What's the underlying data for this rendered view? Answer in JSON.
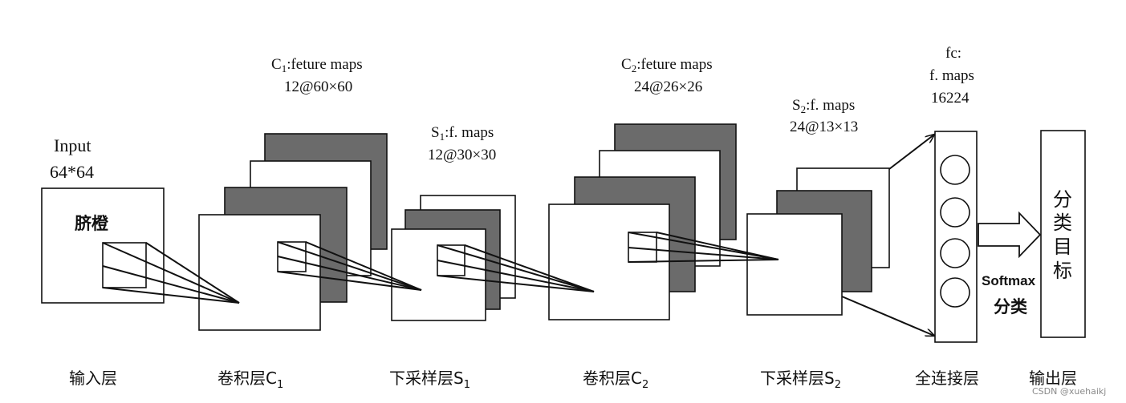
{
  "colors": {
    "dark_map": "#6b6b6b",
    "light_map": "#ffffff",
    "stroke": "#111111"
  },
  "input": {
    "title": "Input",
    "size": "64*64",
    "object": "脐橙"
  },
  "c1": {
    "label_base": "C",
    "label_sub": "1",
    "label_rest": ":feture maps",
    "dims": "12@60×60"
  },
  "s1": {
    "label_base": "S",
    "label_sub": "1",
    "label_rest": ":f. maps",
    "dims": "12@30×30"
  },
  "c2": {
    "label_base": "C",
    "label_sub": "2",
    "label_rest": ":feture maps",
    "dims": "24@26×26"
  },
  "s2": {
    "label_base": "S",
    "label_sub": "2",
    "label_rest": ":f. maps",
    "dims": "24@13×13"
  },
  "fc": {
    "line1": "fc:",
    "line2": "f. maps",
    "line3": "16224"
  },
  "softmax": {
    "line1": "Softmax",
    "line2": "分类"
  },
  "output": {
    "chars": [
      "分",
      "类",
      "目",
      "标"
    ]
  },
  "bottom_labels": {
    "input_layer": "输入层",
    "conv1": {
      "base": "卷积层C",
      "sub": "1"
    },
    "pool1": {
      "base": "下采样层S",
      "sub": "1"
    },
    "conv2": {
      "base": "卷积层C",
      "sub": "2"
    },
    "pool2": {
      "base": "下采样层S",
      "sub": "2"
    },
    "fc_layer": "全连接层",
    "output_layer": "输出层"
  },
  "watermark": "CSDN @xuehaikj"
}
